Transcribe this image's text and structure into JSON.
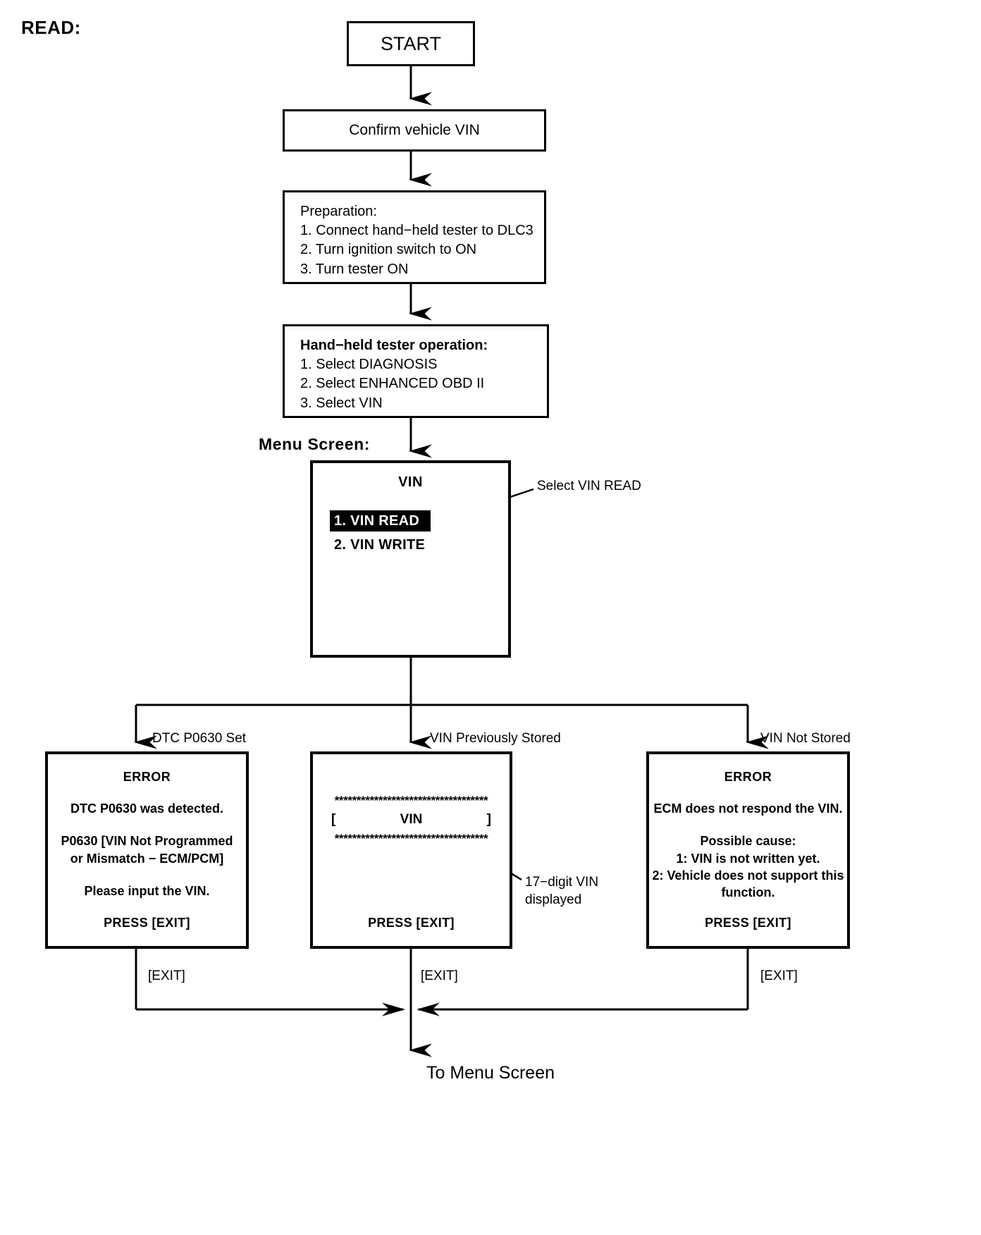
{
  "page": {
    "section_title": "READ:",
    "menu_screen_label": "Menu Screen:",
    "footer": "To Menu Screen"
  },
  "flow": {
    "start": "START",
    "confirm": "Confirm vehicle VIN",
    "preparation": {
      "header": "Preparation:",
      "step1": "1. Connect hand−held tester to DLC3",
      "step2": "2. Turn ignition switch to ON",
      "step3": "3. Turn tester ON"
    },
    "tester_operation": {
      "header": "Hand−held tester operation:",
      "step1": "1. Select DIAGNOSIS",
      "step2": "2. Select ENHANCED OBD II",
      "step3": "3. Select VIN"
    },
    "menu": {
      "title": "VIN",
      "item1": "1. VIN READ",
      "item2": "2. VIN WRITE",
      "selected_index": 1
    },
    "callouts": {
      "select_vin_read": "Select VIN READ",
      "seventeen_digit_line1": "17−digit VIN",
      "seventeen_digit_line2": "displayed"
    }
  },
  "branches": [
    {
      "condition": "DTC P0630 Set",
      "exit_label": "[EXIT]",
      "screen": {
        "header": "ERROR",
        "line1": "DTC P0630 was detected.",
        "line2a": "P0630  [VIN Not Programmed",
        "line2b": "or Mismatch − ECM/PCM]",
        "line3": "Please input the VIN.",
        "press": "PRESS [EXIT]"
      }
    },
    {
      "condition": "VIN Previously Stored",
      "exit_label": "[EXIT]",
      "screen": {
        "stars_top": "***********************************",
        "bracket_left": "[",
        "vin_label": "VIN",
        "bracket_right": "]",
        "stars_bottom": "***********************************",
        "press": "PRESS [EXIT]"
      }
    },
    {
      "condition": "VIN Not Stored",
      "exit_label": "[EXIT]",
      "screen": {
        "header": "ERROR",
        "line1": "ECM does not respond the VIN.",
        "cause_header": "Possible cause:",
        "cause1": "1: VIN is not written yet.",
        "cause2a": "2: Vehicle does not support this",
        "cause2b": "function.",
        "press": "PRESS [EXIT]"
      }
    }
  ],
  "colors": {
    "ink": "#000000",
    "paper": "#ffffff",
    "highlight_bg": "#000000",
    "highlight_fg": "#ffffff"
  }
}
